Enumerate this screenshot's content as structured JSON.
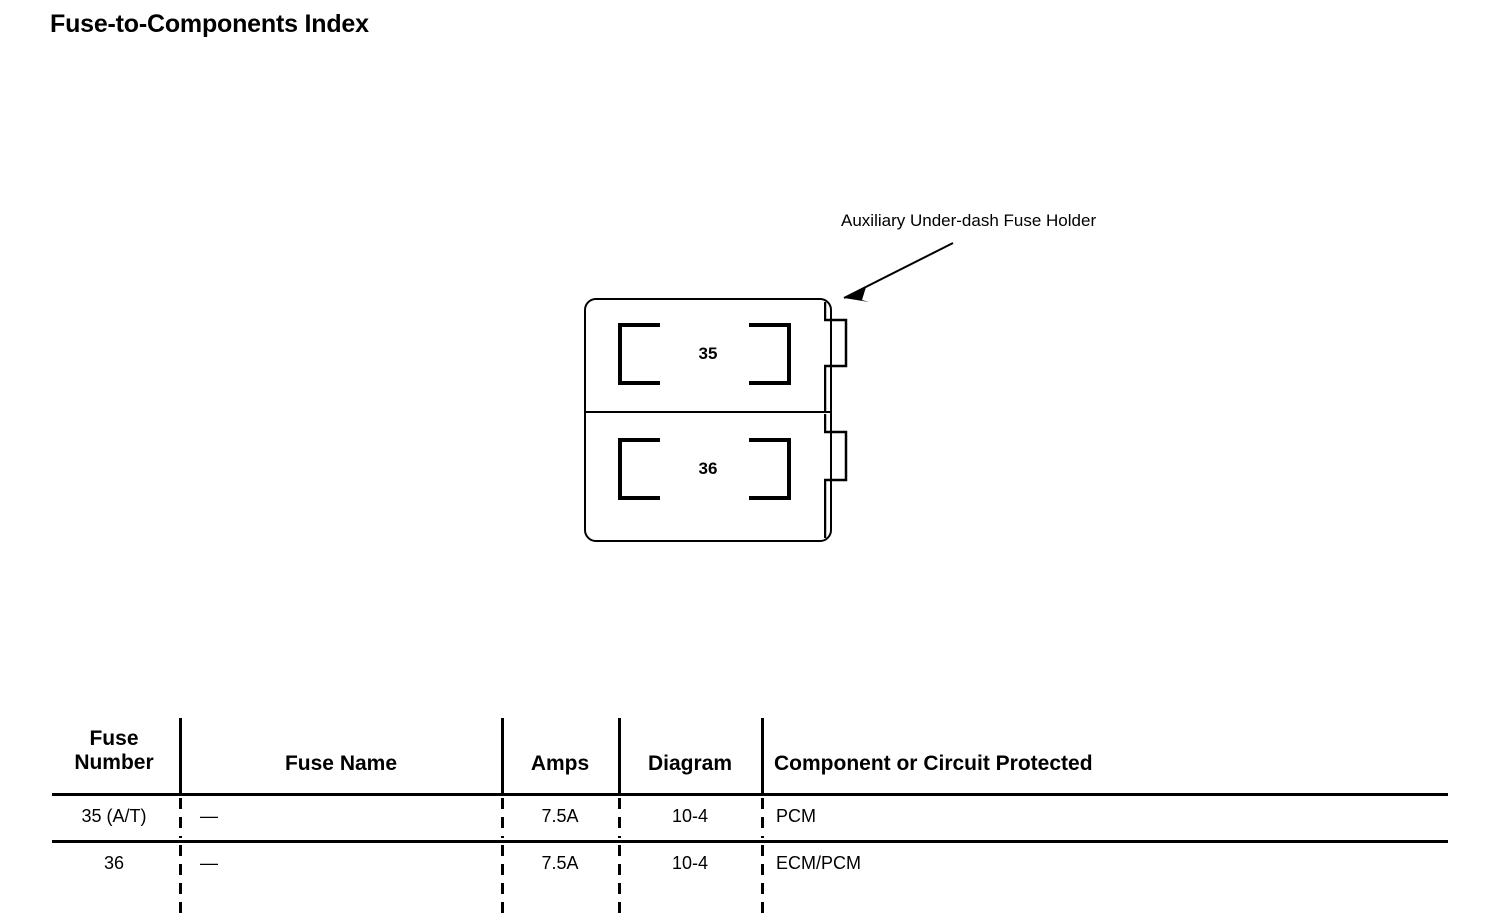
{
  "page": {
    "title": "Fuse-to-Components Index"
  },
  "diagram": {
    "callout_label": "Auxiliary Under-dash Fuse Holder",
    "arrow_icon": "arrow-pointer-icon",
    "fuse_holder": {
      "name": "auxiliary-under-dash-fuse-holder",
      "cells": [
        {
          "number": "35"
        },
        {
          "number": "36"
        }
      ]
    }
  },
  "table": {
    "headers": {
      "fuse_number": "Fuse\nNumber",
      "fuse_number_line1": "Fuse",
      "fuse_number_line2": "Number",
      "fuse_name": "Fuse Name",
      "amps": "Amps",
      "diagram": "Diagram",
      "component": "Component or Circuit Protected"
    },
    "rows": [
      {
        "fuse_number": "35 (A/T)",
        "fuse_name": "—",
        "amps": "7.5A",
        "diagram": "10-4",
        "component": "PCM"
      },
      {
        "fuse_number": "36",
        "fuse_name": "—",
        "amps": "7.5A",
        "diagram": "10-4",
        "component": "ECM/PCM"
      }
    ]
  },
  "colors": {
    "ink": "#000000",
    "paper": "#ffffff"
  }
}
